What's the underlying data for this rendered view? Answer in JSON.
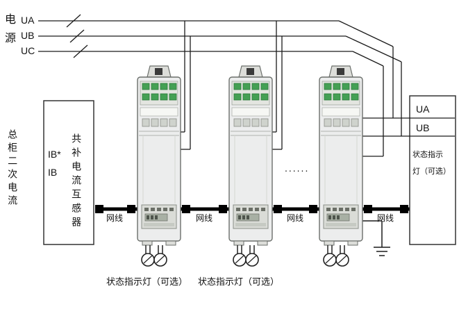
{
  "source": {
    "label_char1": "电",
    "label_char2": "源",
    "phases": [
      "UA",
      "UB",
      "UC"
    ]
  },
  "left_panel": {
    "vertical_label": "总柜二次电流"
  },
  "transformer_box": {
    "vertical_title": "共补电流互感器",
    "ib_star": "IB*",
    "ib": "IB"
  },
  "bus": {
    "cable_labels": [
      "网线",
      "网线",
      "网线",
      "网线"
    ]
  },
  "ellipsis": "......",
  "right_box": {
    "ua": "UA",
    "ub": "UB",
    "status_line1": "状态指示",
    "status_line2": "灯（可选）"
  },
  "bottom_labels": [
    "状态指示灯（可选）",
    "状态指示灯（可选）"
  ],
  "colors": {
    "line": "#1a1a1a",
    "bus": "#000000",
    "device_body": "#eceded",
    "device_border": "#6b6f6b",
    "terminal_green": "#44a054",
    "box_border": "#333333"
  }
}
